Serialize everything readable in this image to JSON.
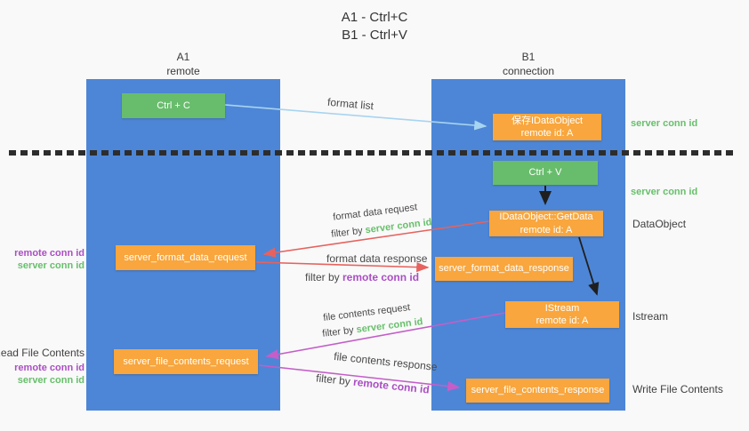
{
  "title": {
    "line1": "A1 - Ctrl+C",
    "line2": "B1 - Ctrl+V"
  },
  "columns": {
    "a1": {
      "name": "A1",
      "subtitle": "remote"
    },
    "b1": {
      "name": "B1",
      "subtitle": "connection"
    }
  },
  "boxes": {
    "ctrl_c": "Ctrl + C",
    "save_dataobject": {
      "line1": "保存IDataObject",
      "line2": "remote id: A"
    },
    "ctrl_v": "Ctrl + V",
    "getdata": {
      "line1": "IDataObject::GetData",
      "line2": "remote id: A"
    },
    "format_request": "server_format_data_request",
    "format_response": "server_format_data_response",
    "istream": {
      "line1": "IStream",
      "line2": "remote id: A"
    },
    "file_request": "server_file_contents_request",
    "file_response": "server_file_contents_response"
  },
  "edge_labels": {
    "format_list": "format list",
    "format_data_request": "format data request",
    "format_data_response": "format data response",
    "file_contents_request": "file contents request",
    "file_contents_response": "file contents response",
    "filter_by": "filter by ",
    "server_conn_id": "server conn id",
    "remote_conn_id": "remote conn id"
  },
  "side_labels": {
    "server_conn_id_top": "server conn id",
    "server_conn_id_mid": "server conn id",
    "dataobject": "DataObject",
    "istream": "Istream",
    "write_file_contents": "Write File Contents",
    "read_file_contents": "Read File Contents",
    "remote_conn_id": "remote conn id",
    "server_conn_id": "server conn id"
  },
  "colors": {
    "panel_blue": "#4d86d6",
    "box_green": "#68bd6c",
    "box_orange": "#f8a63d",
    "arrow_light_blue": "#a7d4f0",
    "arrow_red": "#e7625e",
    "arrow_magenta": "#c45ec8",
    "arrow_black": "#1f1f1f",
    "text_green": "#67bf6b",
    "text_purple": "#ab4ec4"
  }
}
